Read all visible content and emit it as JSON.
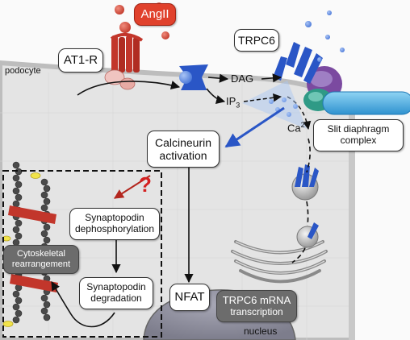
{
  "labels": {
    "angii": "AngII",
    "at1r": "AT1-R",
    "podocyte": "podocyte",
    "trpc6": "TRPC6",
    "dag": "DAG",
    "ip3_base": "IP",
    "ip3_sub": "3",
    "ca_base": "Ca",
    "ca_sup": "2+",
    "slit_line1": "Slit diaphragm",
    "slit_line2": "complex",
    "calcineurin_line1": "Calcineurin",
    "calcineurin_line2": "activation",
    "question": "?",
    "syn_dephos_line1": "Synaptopodin",
    "syn_dephos_line2": "dephosphorylation",
    "cyto_line1": "Cytoskeletal",
    "cyto_line2": "rearrangement",
    "syn_deg_line1": "Synaptopodin",
    "syn_deg_line2": "degradation",
    "nfat": "NFAT",
    "trpc6_mrna_line1": "TRPC6 mRNA",
    "trpc6_mrna_line2": "transcription",
    "nucleus": "nucleus"
  },
  "colors": {
    "cell_fill": "#e4e4e4",
    "membrane": "#b8b8b8",
    "receptor_red": "#c2362b",
    "channel_blue": "#2a56c6",
    "red_question": "#d42020",
    "dark_box": "#6c6c6c"
  }
}
